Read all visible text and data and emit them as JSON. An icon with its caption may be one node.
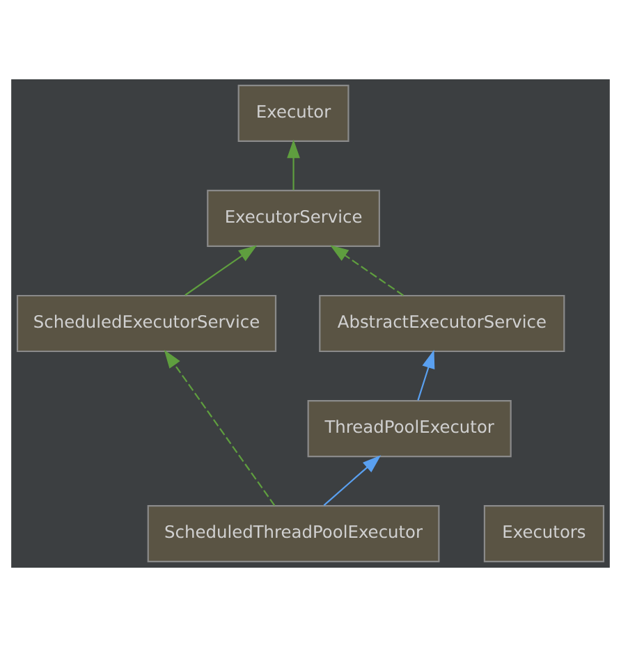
{
  "diagram": {
    "nodes": [
      {
        "text": [
          "Executor"
        ]
      },
      {
        "text": [
          "ExecutorService"
        ]
      },
      {
        "text": [
          "AbstractExecutorService"
        ]
      },
      {
        "text": [
          "ScheduledExecutorService"
        ]
      },
      {
        "text": [
          "ThreadPoolExecutor"
        ]
      },
      {
        "text": [
          "ScheduledThreadPoolExecutor"
        ]
      },
      {
        "text": [
          "Executors"
        ]
      }
    ],
    "edges": [
      {
        "from": 1,
        "to": 0,
        "arrow": "to"
      },
      {
        "from": 2,
        "to": 1,
        "arrow": "to",
        "style": "dashed"
      },
      {
        "from": 3,
        "to": 1,
        "arrow": "to"
      },
      {
        "from": 4,
        "to": 2,
        "arrow": "to",
        "color": "#5aa0f0"
      },
      {
        "from": 5,
        "to": 4,
        "arrow": "to",
        "color": "#5aa0f0"
      },
      {
        "from": 5,
        "to": 3,
        "arrow": "to",
        "style": "dashed"
      }
    ]
  }
}
